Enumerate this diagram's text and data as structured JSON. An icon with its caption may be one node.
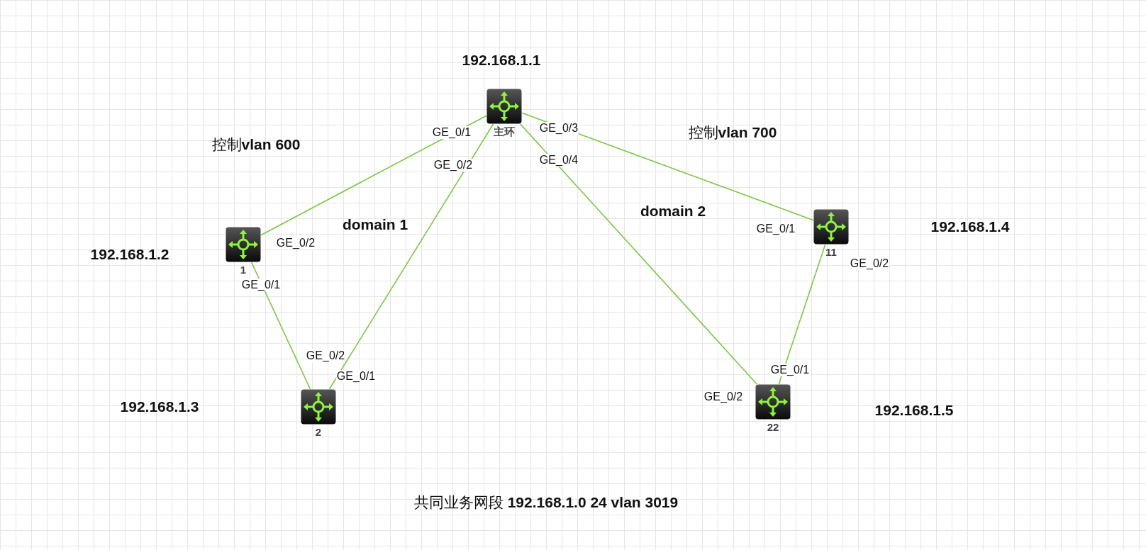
{
  "diagram": {
    "caption": "共同业务网段 **192.168.1.0 24 vlan 3019**",
    "nodes": [
      {
        "text": [
          "主环"
        ]
      },
      {
        "text": [
          "1"
        ]
      },
      {
        "text": [
          "11"
        ]
      },
      {
        "text": [
          "2"
        ]
      },
      {
        "text": [
          "22"
        ]
      }
    ],
    "edges": [
      {
        "from": 0,
        "to": 1,
        "arrow": "none"
      },
      {
        "from": 0,
        "to": 3,
        "arrow": "none"
      },
      {
        "from": 0,
        "to": 2,
        "arrow": "none"
      },
      {
        "from": 0,
        "to": 4,
        "arrow": "none"
      },
      {
        "from": 1,
        "to": 3,
        "arrow": "none"
      },
      {
        "from": 2,
        "to": 4,
        "arrow": "none"
      }
    ],
    "labels": [
      "192.168.1.1",
      "控制**vlan 600**",
      "控制**vlan 700**",
      "192.168.1.4",
      "192.168.1.2",
      "domain 1",
      "domain 2",
      "192.168.1.3",
      "192.168.1.5",
      "GE_0/1",
      "GE_0/2",
      "GE_0/3",
      "GE_0/4",
      "GE_0/2",
      "GE_0/1",
      "GE_0/2",
      "GE_0/1",
      "GE_0/1",
      "GE_0/2",
      "GE_0/1",
      "GE_0/2"
    ]
  }
}
